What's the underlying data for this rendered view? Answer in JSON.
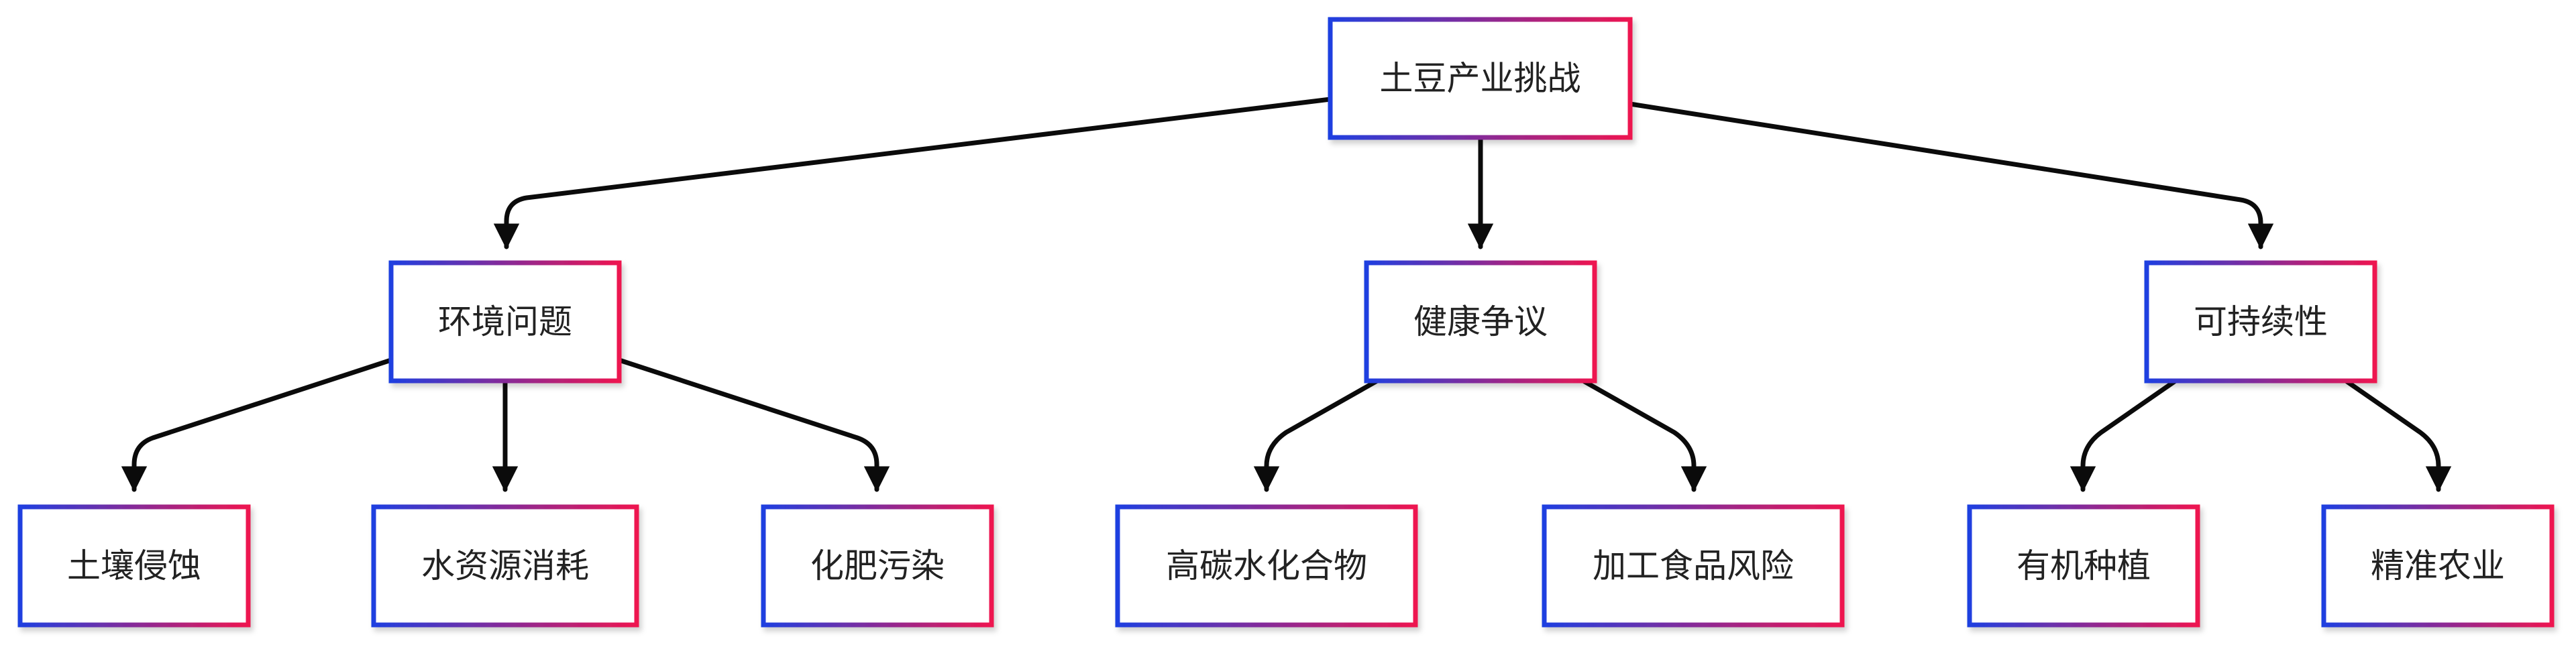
{
  "diagram": {
    "type": "tree",
    "colors": {
      "border_start": "#1f3fe0",
      "border_end": "#ee1650",
      "edge": "#0b0b0b",
      "text": "#222222",
      "background": "#ffffff"
    },
    "root": {
      "id": "root",
      "label": "土豆产业挑战"
    },
    "level1": [
      {
        "id": "env",
        "label": "环境问题"
      },
      {
        "id": "health",
        "label": "健康争议"
      },
      {
        "id": "sustain",
        "label": "可持续性"
      }
    ],
    "level2": [
      {
        "id": "soil",
        "parent": "env",
        "label": "土壤侵蚀"
      },
      {
        "id": "water",
        "parent": "env",
        "label": "水资源消耗"
      },
      {
        "id": "fert",
        "parent": "env",
        "label": "化肥污染"
      },
      {
        "id": "carb",
        "parent": "health",
        "label": "高碳水化合物"
      },
      {
        "id": "proc",
        "parent": "health",
        "label": "加工食品风险"
      },
      {
        "id": "organic",
        "parent": "sustain",
        "label": "有机种植"
      },
      {
        "id": "precise",
        "parent": "sustain",
        "label": "精准农业"
      }
    ]
  }
}
